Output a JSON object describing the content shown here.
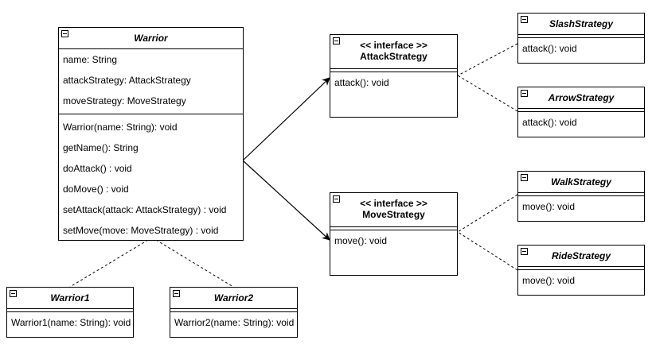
{
  "warrior": {
    "name": "Warrior",
    "attributes": [
      "name: String",
      "attackStrategy: AttackStrategy",
      "moveStrategy: MoveStrategy"
    ],
    "methods": [
      "Warrior(name: String): void",
      "getName(): String",
      "doAttack() : void",
      "doMove() : void",
      "setAttack(attack: AttackStrategy) : void",
      "setMove(move: MoveStrategy) : void"
    ]
  },
  "warrior1": {
    "name": "Warrior1",
    "methods": [
      "Warrior1(name: String): void"
    ]
  },
  "warrior2": {
    "name": "Warrior2",
    "methods": [
      "Warrior2(name: String): void"
    ]
  },
  "attack_strategy": {
    "stereotype": "<< interface >>",
    "name": "AttackStrategy",
    "methods": [
      "attack(): void"
    ]
  },
  "move_strategy": {
    "stereotype": "<< interface >>",
    "name": "MoveStrategy",
    "methods": [
      "move(): void"
    ]
  },
  "slash_strategy": {
    "name": "SlashStrategy",
    "methods": [
      "attack(): void"
    ]
  },
  "arrow_strategy": {
    "name": "ArrowStrategy",
    "methods": [
      "attack(): void"
    ]
  },
  "walk_strategy": {
    "name": "WalkStrategy",
    "methods": [
      "move(): void"
    ]
  },
  "ride_strategy": {
    "name": "RideStrategy",
    "methods": [
      "move(): void"
    ]
  }
}
